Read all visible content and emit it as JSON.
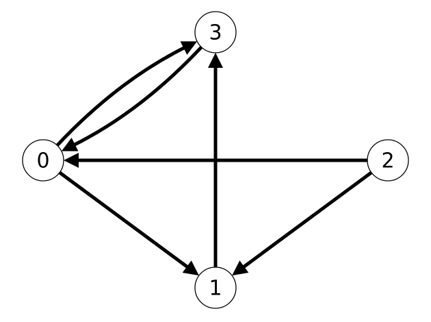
{
  "graph": {
    "directed": true,
    "nodes": [
      {
        "id": "node-0",
        "label": "0"
      },
      {
        "id": "node-1",
        "label": "1"
      },
      {
        "id": "node-2",
        "label": "2"
      },
      {
        "id": "node-3",
        "label": "3"
      }
    ],
    "edges": [
      {
        "from": "0",
        "to": "3"
      },
      {
        "from": "3",
        "to": "0"
      },
      {
        "from": "1",
        "to": "3"
      },
      {
        "from": "2",
        "to": "0"
      },
      {
        "from": "0",
        "to": "1"
      },
      {
        "from": "2",
        "to": "1"
      }
    ],
    "colors": {
      "edge": "#000000",
      "node_fill": "#ffffff",
      "node_stroke": "#000000",
      "label": "#000000"
    }
  }
}
